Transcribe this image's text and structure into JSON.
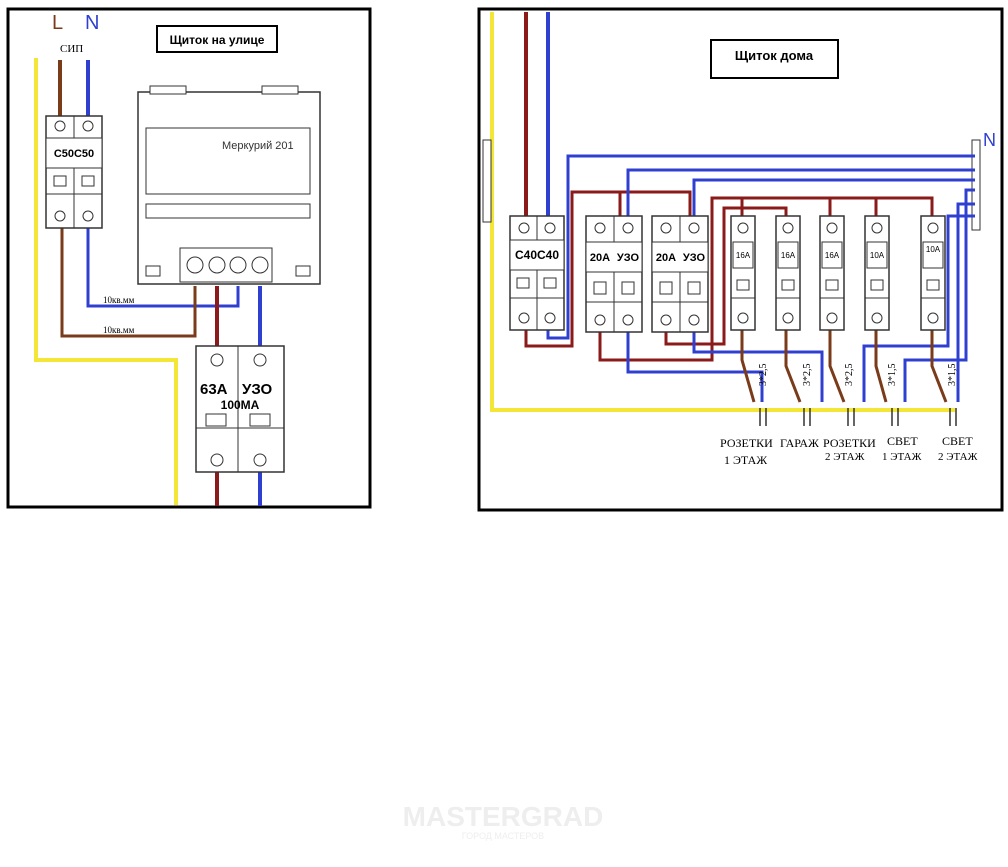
{
  "colors": {
    "phase": "#8b1a1a",
    "phase_brown": "#7a3b1a",
    "neutral": "#2f3fd0",
    "ground": "#f4e637",
    "frame": "#000000",
    "device_fill": "#ffffff",
    "device_stroke": "#333333"
  },
  "left_panel": {
    "title": "Щиток на улице",
    "label_l": "L",
    "label_n": "N",
    "cable": "СИП",
    "main_breaker": "С50С50",
    "meter": "Меркурий 201",
    "wire1": "10кв.мм",
    "wire2": "10кв.мм",
    "rcd_rating": "63А",
    "rcd_type": "УЗО",
    "rcd_current": "100МА"
  },
  "right_panel": {
    "title": "Щиток дома",
    "label_n": "N",
    "main_breaker": "С40С40",
    "rcd1_rating": "20А",
    "rcd1_type": "УЗО",
    "rcd2_rating": "20А",
    "rcd2_type": "УЗО",
    "breakers": [
      "16А",
      "16А",
      "16А",
      "10А",
      "10А"
    ],
    "cables": [
      "3*2,5",
      "3*2,5",
      "3*2,5",
      "3*1,5",
      "3*1,5"
    ],
    "circuits": [
      {
        "line1": "РОЗЕТКИ",
        "line2": "1 ЭТАЖ"
      },
      {
        "line1": "ГАРАЖ",
        "line2": ""
      },
      {
        "line1": "РОЗЕТКИ",
        "line2": "2 ЭТАЖ"
      },
      {
        "line1": "СВЕТ",
        "line2": "1 ЭТАЖ"
      },
      {
        "line1": "СВЕТ",
        "line2": "2 ЭТАЖ"
      }
    ]
  },
  "watermark": {
    "brand": "MASTERGRAD",
    "tagline": "ГОРОД МАСТЕРОВ"
  }
}
